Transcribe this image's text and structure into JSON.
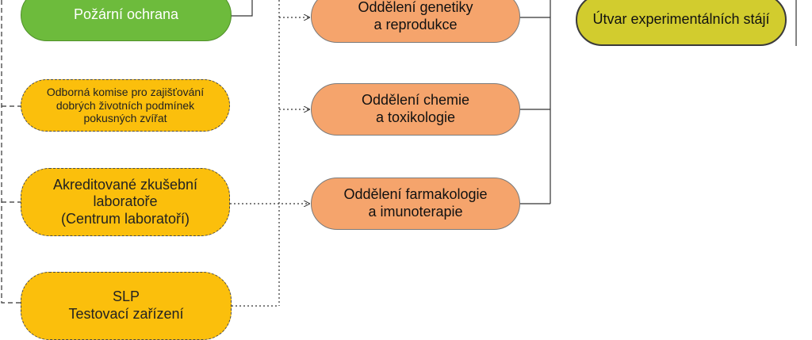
{
  "nodes": {
    "pozarni_ochrana": "Požární ochrana",
    "odborna_komise": "Odborná komise pro zajišťování\ndobrých životních podmínek\npokusných zvířat",
    "akreditovane": "Akreditované zkušební\nlaboratoře\n(Centrum laboratoří)",
    "slp": "SLP\nTestovací zařízení",
    "genetiky": "Oddělení genetiky\na reprodukce",
    "chemie": "Oddělení chemie\na toxikologie",
    "farmakologie": "Oddělení farmakologie\na imunoterapie",
    "utvar": "Útvar experimentálních stájí"
  },
  "colors": {
    "green": "#6dbb3c",
    "yellow": "#fbbf0c",
    "orange": "#f5a46c",
    "olive": "#d2cc2e",
    "line": "#333333"
  }
}
